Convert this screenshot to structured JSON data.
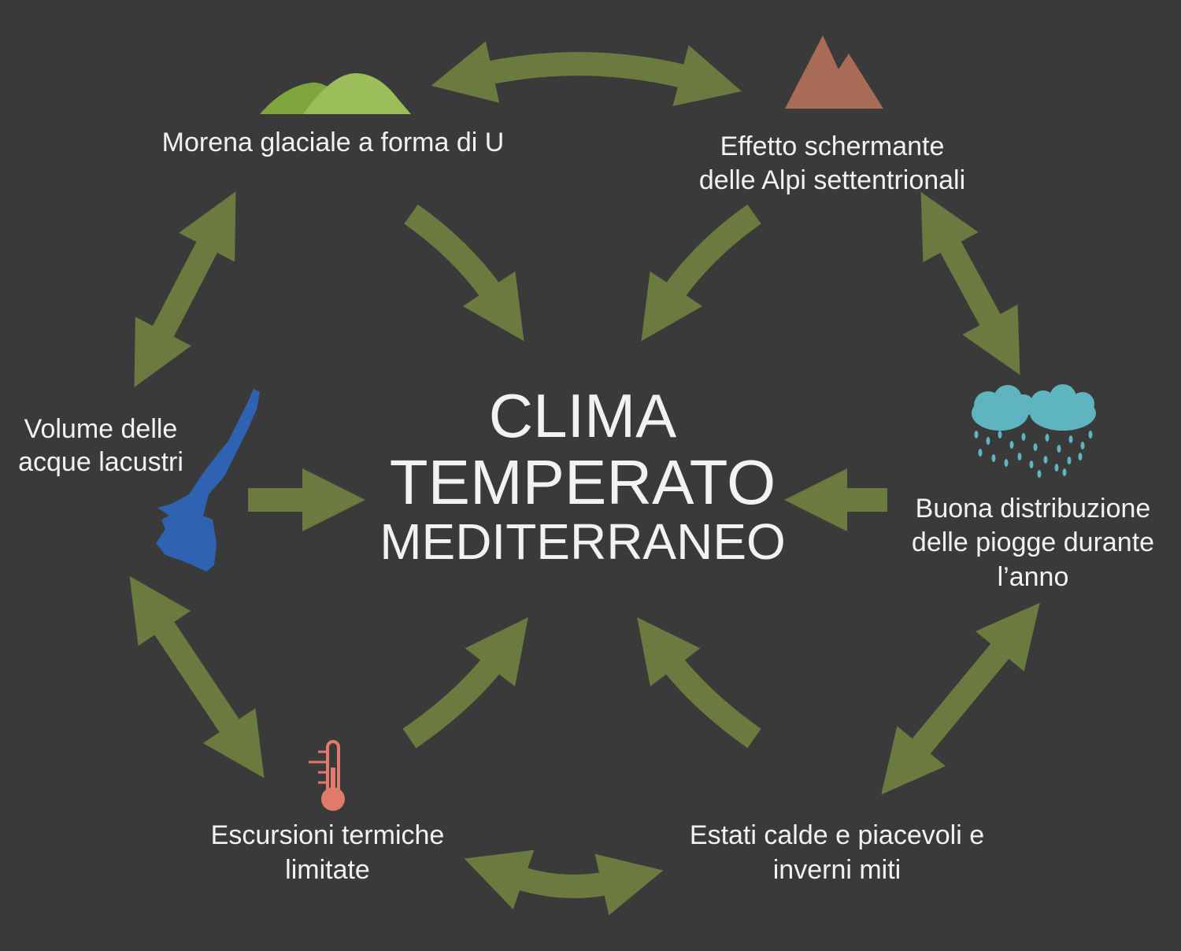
{
  "title": {
    "line1": "CLIMA",
    "line2": "TEMPERATO",
    "line3": "MEDITERRANEO"
  },
  "nodes": {
    "morena": {
      "line1": "Morena glaciale a forma di U",
      "icon": "hills-icon"
    },
    "alpi": {
      "line1": "Effetto schermante",
      "line2": "delle Alpi settentrionali",
      "icon": "mountain-icon"
    },
    "piogge": {
      "line1": "Buona distribuzione",
      "line2": "delle piogge durante",
      "line3": "l’anno",
      "icon": "rain-cloud-icon"
    },
    "estati": {
      "line1": "Estati calde e piacevoli e",
      "line2": "inverni miti"
    },
    "escursioni": {
      "line1": "Escursioni termiche",
      "line2": "limitate",
      "icon": "thermometer-icon"
    },
    "volume": {
      "line1": "Volume delle",
      "line2": "acque lacustri",
      "icon": "lake-icon"
    }
  },
  "colors": {
    "background": "#3a3a3a",
    "arrow": "#6b7a3e",
    "lake": "#2f62b0",
    "cloud": "#5fb5bf",
    "mountain": "#a86b55",
    "hills": "#8bb04a",
    "thermometer": "#e07a6a"
  }
}
